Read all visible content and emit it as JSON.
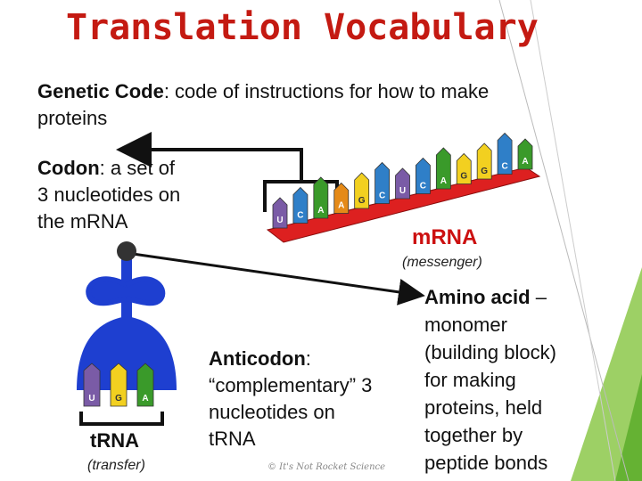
{
  "title": "Translation Vocabulary",
  "genetic_code": {
    "term": "Genetic Code",
    "definition": ": code of instructions for how to make",
    "definition_2": "proteins"
  },
  "codon": {
    "term": "Codon",
    "line1_rest": ": a set of",
    "line2": "3 nucleotides on",
    "line3": "the mRNA"
  },
  "mrna": {
    "label": "mRNA",
    "sublabel": "(messenger)",
    "bases": [
      "U",
      "C",
      "A",
      "A",
      "G",
      "C",
      "U",
      "C",
      "A",
      "G",
      "G",
      "C",
      "A"
    ]
  },
  "trna": {
    "label": "tRNA",
    "sublabel": "(transfer)",
    "bases": [
      "U",
      "G",
      "A"
    ]
  },
  "anticodon": {
    "term": "Anticodon",
    "line1_rest": ":",
    "line2": "“complementary” 3",
    "line3": "nucleotides on",
    "line4": "tRNA"
  },
  "amino_acid": {
    "term": "Amino acid",
    "line1_rest": " –",
    "line2": "monomer",
    "line3": "(building block)",
    "line4": "for making",
    "line5": "proteins, held",
    "line6": "together by",
    "line7": "peptide bonds"
  },
  "credit": "© It's Not Rocket Science",
  "colors": {
    "title": "#c41a12",
    "mrna_strip": "#dd2020",
    "trna_body": "#1e3fd0",
    "base_purple": "#7a5ba6",
    "base_blue": "#2f7fc8",
    "base_green": "#3a9a2a",
    "base_orange": "#e58a18",
    "base_yellow": "#f2d020",
    "accent_green": "#8cc84a"
  }
}
